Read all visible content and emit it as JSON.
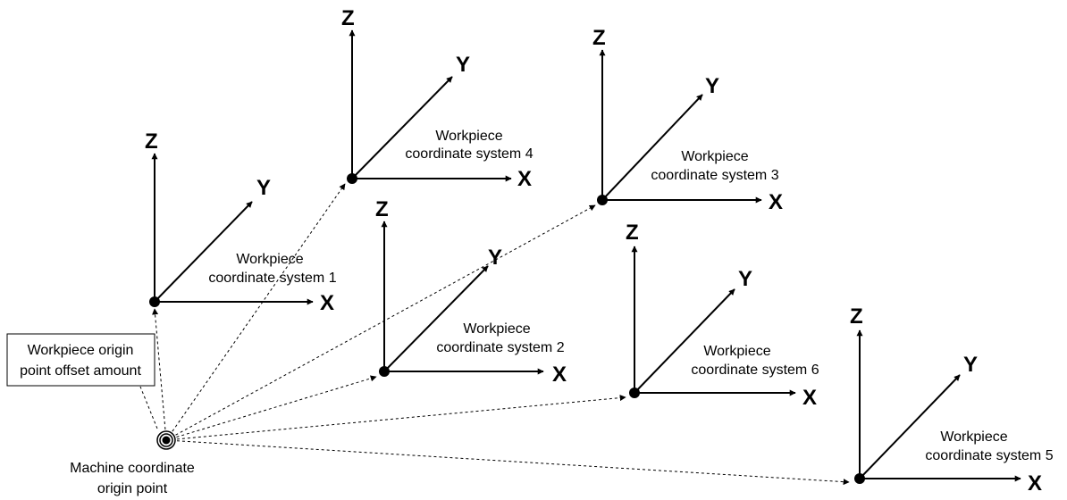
{
  "axes": {
    "x": "X",
    "y": "Y",
    "z": "Z"
  },
  "systems": [
    {
      "id": "1",
      "line1": "Workpiece",
      "line2": "coordinate system 1"
    },
    {
      "id": "2",
      "line1": "Workpiece",
      "line2": "coordinate system 2"
    },
    {
      "id": "3",
      "line1": "Workpiece",
      "line2": "coordinate system 3"
    },
    {
      "id": "4",
      "line1": "Workpiece",
      "line2": "coordinate system 4"
    },
    {
      "id": "5",
      "line1": "Workpiece",
      "line2": "coordinate system 5"
    },
    {
      "id": "6",
      "line1": "Workpiece",
      "line2": "coordinate system 6"
    }
  ],
  "offset_note": {
    "line1": "Workpiece origin",
    "line2": "point offset amount"
  },
  "machine_origin": {
    "line1": "Machine coordinate",
    "line2": "origin point"
  }
}
